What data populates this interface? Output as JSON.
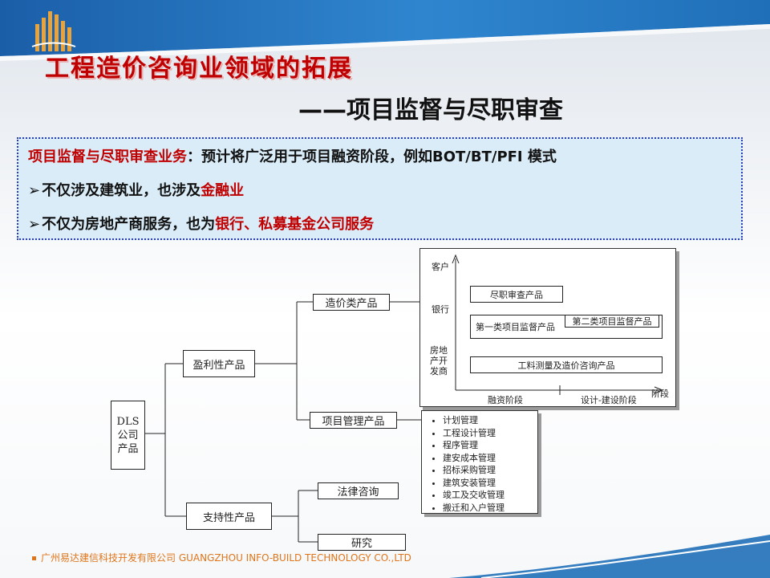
{
  "header": {
    "title": "工程造价咨询业领域的拓展",
    "subtitle": "——项目监督与尽职审查"
  },
  "info": {
    "line1_red": "项目监督与尽职审查业务",
    "line1_rest": "：预计将广泛用于项目融资阶段，例如BOT/BT/PFI 模式",
    "line2_prefix": "不仅涉及建筑业，也涉及",
    "line2_red": "金融业",
    "line3_prefix": "不仅为房地产商服务，也为",
    "line3_red": "银行、私募基金公司服务",
    "arrow": "➢"
  },
  "diagram": {
    "root": "DLS\n公司\n产品",
    "profit": "盈利性产品",
    "support": "支持性产品",
    "cost_products": "造价类产品",
    "pm_products": "项目管理产品",
    "legal": "法律咨询",
    "research": "研究",
    "panel": {
      "y_axis": "客户",
      "bank": "银行",
      "developer": "房地\n产开\n发商",
      "due_diligence": "尽职审查产品",
      "type1": "第一类项目监督产品",
      "type2": "第二类项目监督产品",
      "qs": "工料测量及造价咨询产品",
      "financing": "融资阶段",
      "design_build": "设计-建设阶段",
      "x_axis": "阶段"
    },
    "pm_list": [
      "计划管理",
      "工程设计管理",
      "程序管理",
      "建安成本管理",
      "招标采购管理",
      "建筑安装管理",
      "竣工及交收管理",
      "搬迁和入户管理"
    ]
  },
  "footer": {
    "company": "广州易达建信科技开发有限公司  GUANGZHOU INFO-BUILD TECHNOLOGY CO.,LTD"
  },
  "colors": {
    "title_red": "#c00000",
    "banner_blue": "#1f6fb8",
    "info_bg": "#d9ecf8",
    "footer_orange": "#e0761c"
  }
}
